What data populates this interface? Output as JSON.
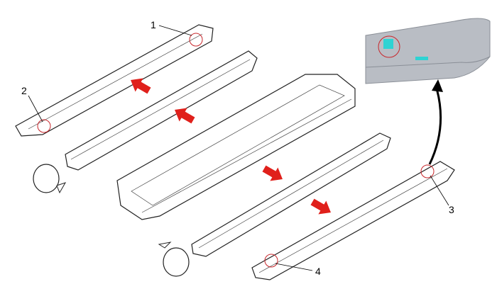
{
  "callouts": [
    {
      "label": "1"
    },
    {
      "label": "2"
    },
    {
      "label": "3"
    },
    {
      "label": "4"
    }
  ],
  "colors": {
    "arrow": "#e0201b",
    "highlight_circle": "#c8262b",
    "clip": "#2fd3d3",
    "inset_bg": "#b9bdc4"
  }
}
